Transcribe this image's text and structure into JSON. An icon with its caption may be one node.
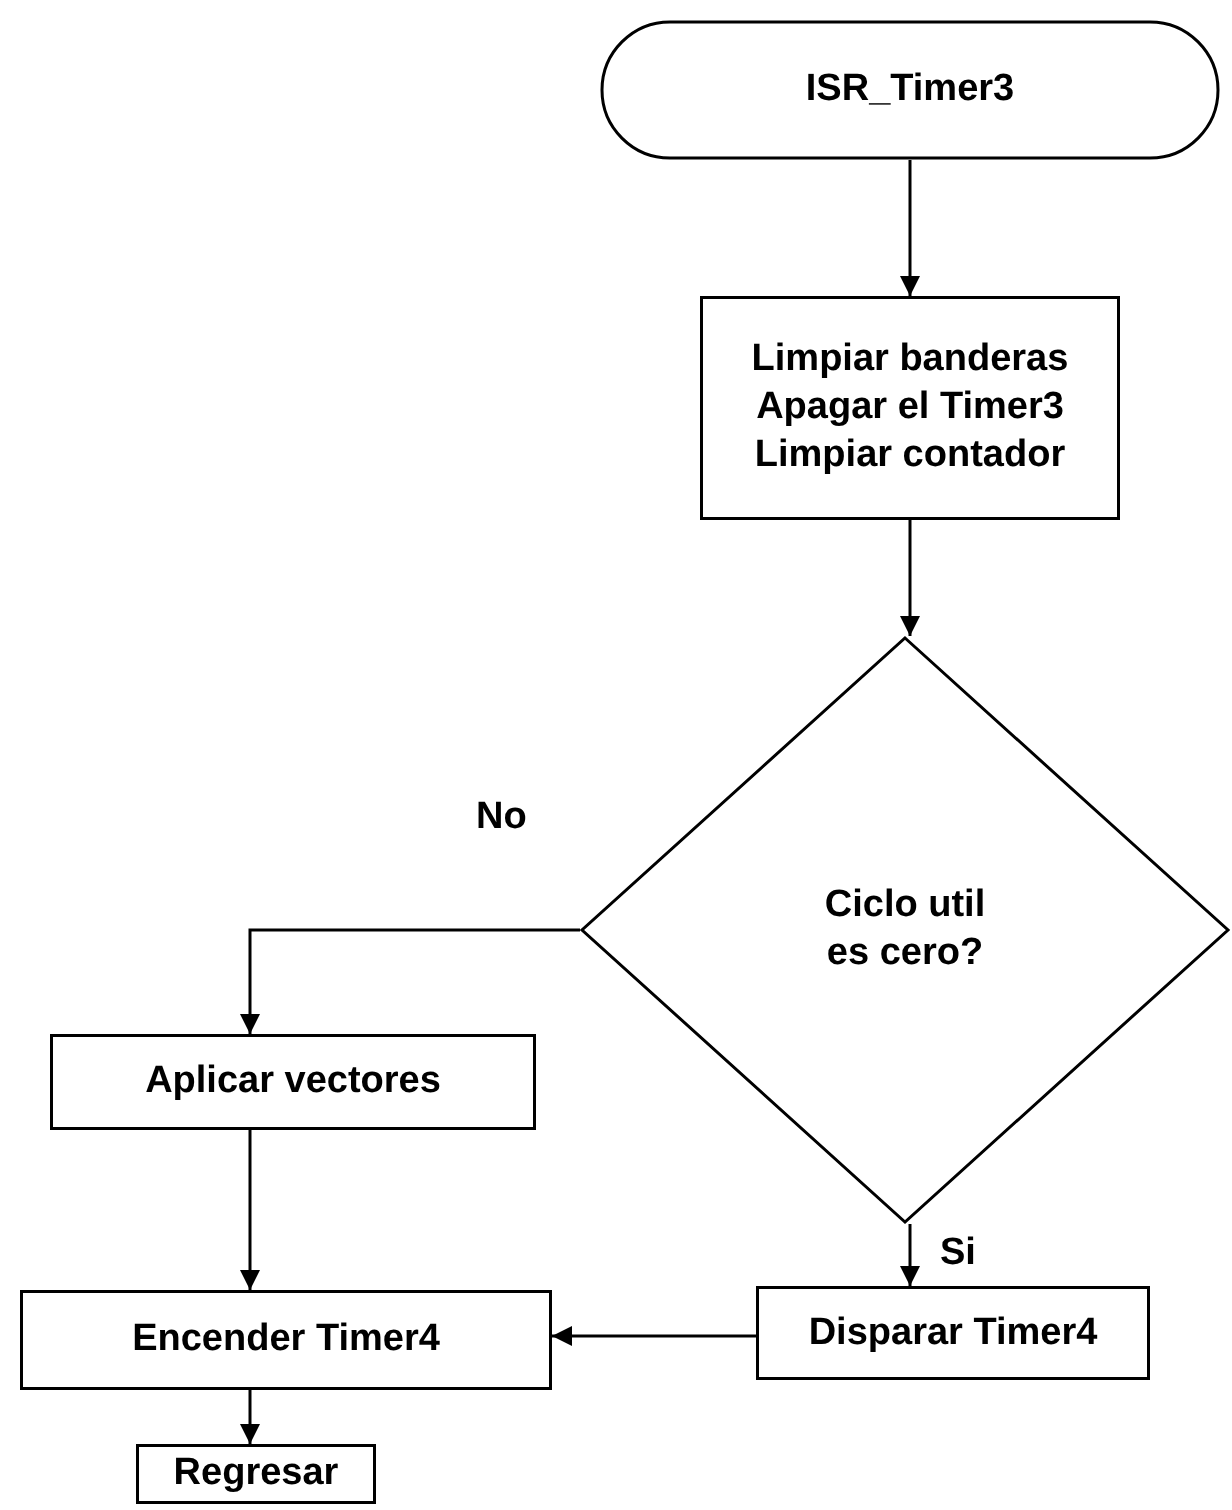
{
  "diagram": {
    "nodes": [
      {
        "text": [
          "ISR_Timer3"
        ]
      },
      {
        "text": [
          "Limpiar banderas Apagar el Timer3 Limpiar contador"
        ]
      },
      {
        "text": [
          "Ciclo util es cero?"
        ]
      },
      {
        "text": [
          "Aplicar vectores"
        ]
      },
      {
        "text": [
          "Disparar Timer4"
        ]
      },
      {
        "text": [
          "Encender Timer4"
        ]
      },
      {
        "text": [
          "Regresar"
        ]
      }
    ],
    "edges": [
      {
        "from": 0,
        "to": 1,
        "arrow": "to"
      },
      {
        "from": 1,
        "to": 2,
        "arrow": "to"
      },
      {
        "from": 2,
        "to": 3,
        "arrow": "to",
        "label": "No"
      },
      {
        "from": 2,
        "to": 4,
        "arrow": "to",
        "label": "Si"
      },
      {
        "from": 3,
        "to": 5,
        "arrow": "to"
      },
      {
        "from": 4,
        "to": 5,
        "arrow": "to"
      },
      {
        "from": 5,
        "to": 6,
        "arrow": "to"
      }
    ]
  }
}
